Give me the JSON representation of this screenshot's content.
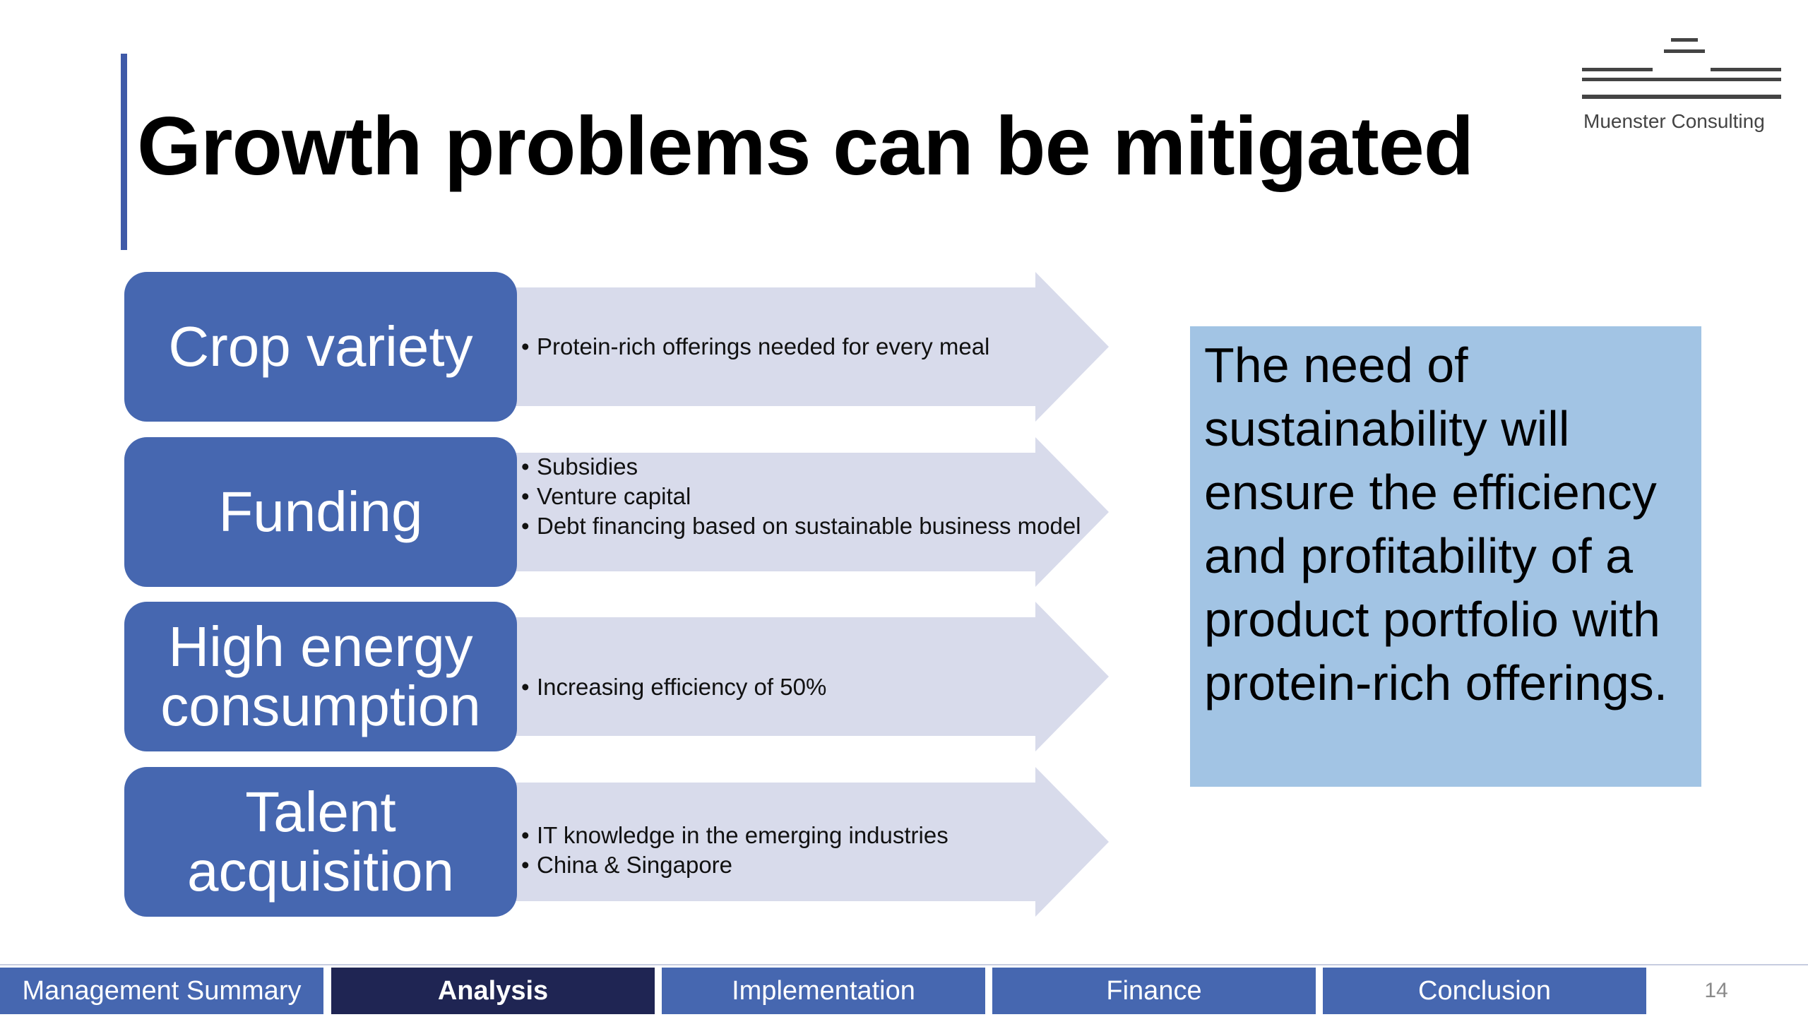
{
  "slide": {
    "title": "Growth problems can be mitigated",
    "logo": {
      "brand": "Muenster Consulting",
      "icon": "muenster-logo-mark"
    },
    "rows": [
      {
        "heading_lines": [
          "Crop variety"
        ],
        "bullets": [
          "Protein-rich offerings needed for every meal"
        ]
      },
      {
        "heading_lines": [
          "Funding"
        ],
        "bullets": [
          "Subsidies",
          "Venture capital",
          "Debt financing based on sustainable business model"
        ]
      },
      {
        "heading_lines": [
          "High energy",
          "consumption"
        ],
        "bullets": [
          "Increasing efficiency of 50%"
        ]
      },
      {
        "heading_lines": [
          "Talent",
          "acquisition"
        ],
        "bullets": [
          "IT knowledge in the emerging industries",
          "China & Singapore"
        ]
      }
    ],
    "conclusion": "The need of sustainability will ensure the efficiency and profitability of a product portfolio with protein-rich offerings.",
    "nav": {
      "tabs": [
        "Management Summary",
        "Analysis",
        "Implementation",
        "Finance",
        "Conclusion"
      ],
      "active": "Analysis"
    },
    "page_number": "14",
    "colors": {
      "box_blue": "#4667b0",
      "arrow_lavender": "#d8dbeb",
      "conclusion_blue": "#a2c4e4",
      "nav_active": "#1f2553",
      "title_bar": "#3f5aa8"
    }
  }
}
